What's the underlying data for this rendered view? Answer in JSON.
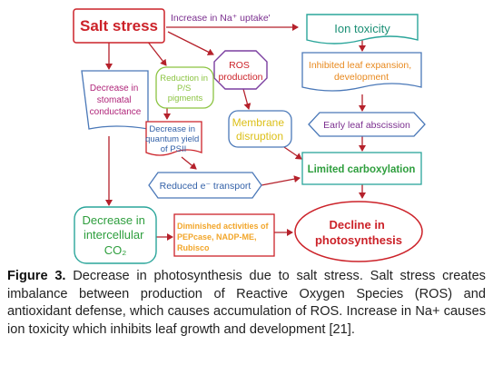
{
  "diagram": {
    "nodes": {
      "salt_stress": "Salt stress",
      "na_uptake": "Increase in Na⁺ uptake'",
      "ion_toxicity": "Ion toxicity",
      "inhibited_leaf": [
        "Inhibited leaf expansion,",
        "development"
      ],
      "ros_production": [
        "ROS",
        "production"
      ],
      "reduction_ps": [
        "Reduction in",
        "P/S",
        "pigments"
      ],
      "stomatal": [
        "Decrease in",
        "stomatal",
        "conductance"
      ],
      "quantum_yield": [
        "Decrease in",
        "quantum yield",
        "of PSII"
      ],
      "membrane": [
        "Membrane",
        "disruption"
      ],
      "early_leaf": "Early leaf abscission",
      "limited_carb": "Limited carboxylation",
      "electron_transport": "Reduced e⁻ transport",
      "intercellular": [
        "Decrease in",
        "intercellular",
        "CO₂"
      ],
      "enzymes": [
        "Diminished activities of",
        "PEPcase, NADP-ME,",
        "Rubisco"
      ],
      "decline": [
        "Decline in",
        "photosynthesis"
      ]
    },
    "colors": {
      "arrow": "#b5212b",
      "box_blue": "#4a78b8",
      "box_teal": "#2aa59a",
      "box_green": "#8cc442",
      "box_purple": "#7b3fa0",
      "box_red": "#cc2229",
      "box_orange": "#f2a62a",
      "text_red": "#cc2229",
      "text_blue": "#3361a8",
      "text_purple": "#7b2f8f",
      "text_teal": "#1a8f75",
      "text_green": "#2e9e3d",
      "text_lime": "#8cc442",
      "text_orange": "#e8891e",
      "text_yellow": "#dcbf17",
      "text_magenta": "#b0267a"
    }
  },
  "caption": {
    "label": "Figure 3.",
    "text": " Decrease in photosynthesis due to salt stress. Salt stress creates imbalance between production of Reactive Oxygen Species (ROS) and antioxidant defense, which causes accumulation of ROS. Increase in Na+ causes ion toxicity which inhibits leaf growth and development [21]."
  }
}
